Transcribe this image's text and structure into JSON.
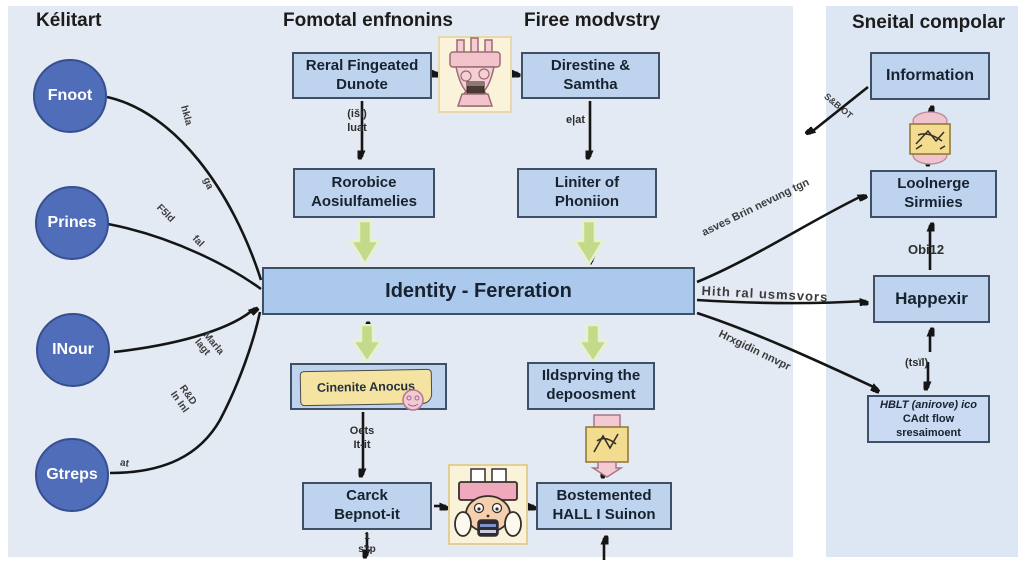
{
  "headers": {
    "left": "Kélitart",
    "process": "Fomotal enfnonins",
    "industry": "Firee modvstry",
    "panel": "Sneital compolar"
  },
  "circles": [
    {
      "label": "Fnoot"
    },
    {
      "label": "Prines"
    },
    {
      "label": "INour"
    },
    {
      "label": "Gtreps"
    }
  ],
  "boxes": {
    "reral": "Reral Fingeated\nDunote",
    "direstine": "Direstine &\nSamtha",
    "rorobice": "Rorobice\nAosiulfamelies",
    "liniter": "Liniter of\nPhoniion",
    "identity": "Identity - Fereration",
    "cinenite": "Cinenite Anocus",
    "ildsprving": "Ildsprving the\ndepoosment",
    "carck": "Carck\nBepnot-it",
    "hall": "Bostemented\nHALL I Suinon",
    "information": "Information",
    "loolnerge": "Loolnerge\nSirmiies",
    "happexir": "Happexir",
    "hblt_line1": "HBLT (anirove) ico",
    "hblt_line2": "CAdt flow sresaimoent"
  },
  "edge_labels": {
    "under_reral": "(iši)\nluat",
    "under_direstine": "e|at",
    "under_cinenite": "Oets\nIt-it",
    "under_carck": "1\ns'tp",
    "ubi": "Obi12",
    "tsil": "(tsïl)",
    "info_link": "S&B OT",
    "to_loolnerge": "asves Brin nevung tgn",
    "to_happexir": "Hith ral usmsvors",
    "to_hblt": "Hrxgidin nnvpr"
  },
  "curve_labels": [
    "hkla",
    "ga",
    "F5ld",
    "fal",
    "Marla\nlagt",
    "R&D\nIn Inl",
    "at"
  ],
  "icons": {
    "top_middle": "trophy-icon",
    "bottom_middle": "mascot-face-icon",
    "cinenite_note": "flower-icon",
    "panel_scribble": "scribble-note-icon",
    "dept_stamp": "stamp-arrow-icon"
  },
  "colors": {
    "main_bg": "#e4eaf3",
    "panel_bg": "#dde7f3",
    "box_fill": "#bdd3ee",
    "box_border": "#3e4f66",
    "identity_fill": "#abc9ec",
    "circle_fill": "#4f6db8",
    "green_arrow": "#c3da8b",
    "note_yellow": "#f5e3a1",
    "icon_cream": "#faf3da"
  }
}
